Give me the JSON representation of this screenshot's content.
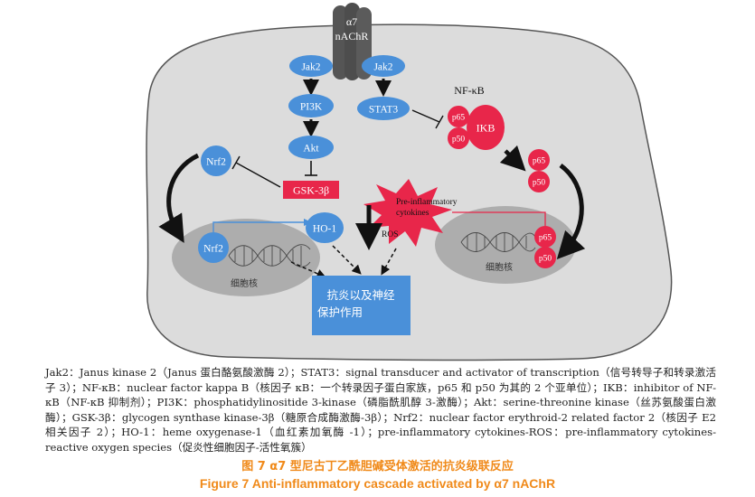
{
  "colors": {
    "cell": "#dcdcdc",
    "nucleus": "#adadad",
    "blue_node": "#4a90d9",
    "red_node": "#e8264a",
    "caption": "#f08a1a",
    "text": "#222222"
  },
  "diagram": {
    "receptor_line1": "α7",
    "receptor_line2": "nAChR",
    "jak2_left": "Jak2",
    "jak2_right": "Jak2",
    "pi3k": "PI3K",
    "akt": "Akt",
    "gsk3b": "GSK-3β",
    "nrf2_cytoplasm": "Nrf2",
    "nrf2_nucleus": "Nrf2",
    "ho1": "HO-1",
    "stat3": "STAT3",
    "nfkb_title": "NF-κB",
    "p65_bound": "p65",
    "p50_bound": "p50",
    "ikb": "IKB",
    "p65_free": "p65",
    "p50_free": "p50",
    "p65_nuclear": "p65",
    "p50_nuclear": "p50",
    "burst_line1": "Pre-inflammatory",
    "burst_line2": "cytokines",
    "burst_line3": "ROS",
    "nucleus_left_label": "细胞核",
    "nucleus_right_label": "细胞核",
    "outcome_line1": "抗炎以及神经",
    "outcome_line2": "保护作用"
  },
  "legend": "Jak2：Janus kinase 2（Janus 蛋白酪氨酸激酶 2）；STAT3：signal transducer and activator of transcription（信号转导子和转录激活子 3）；NF-κB：nuclear factor kappa B（核因子 κB：一个转录因子蛋白家族，p65 和 p50 为其的 2 个亚单位）；IKB：inhibitor of NF-κB（NF-κB 抑制剂）；PI3K：phosphatidylinositide 3-kinase（磷脂酰肌醇 3-激酶）；Akt：serine-threonine kinase（丝苏氨酸蛋白激酶）；GSK-3β：glycogen synthase kinase-3β（糖原合成酶激酶-3β）；Nrf2：nuclear factor erythroid-2 related factor 2（核因子 E2 相关因子 2）；HO-1：heme oxygenase-1（血红素加氧酶 -1）；pre-inflammatory cytokines-ROS：pre-inflammatory cytokines-reactive oxygen species（促炎性细胞因子-活性氧簇）",
  "caption": {
    "cn": "图 7  α7 型尼古丁乙酰胆碱受体激活的抗炎级联反应",
    "en": "Figure 7  Anti-inflammatory cascade activated by α7 nAChR"
  }
}
